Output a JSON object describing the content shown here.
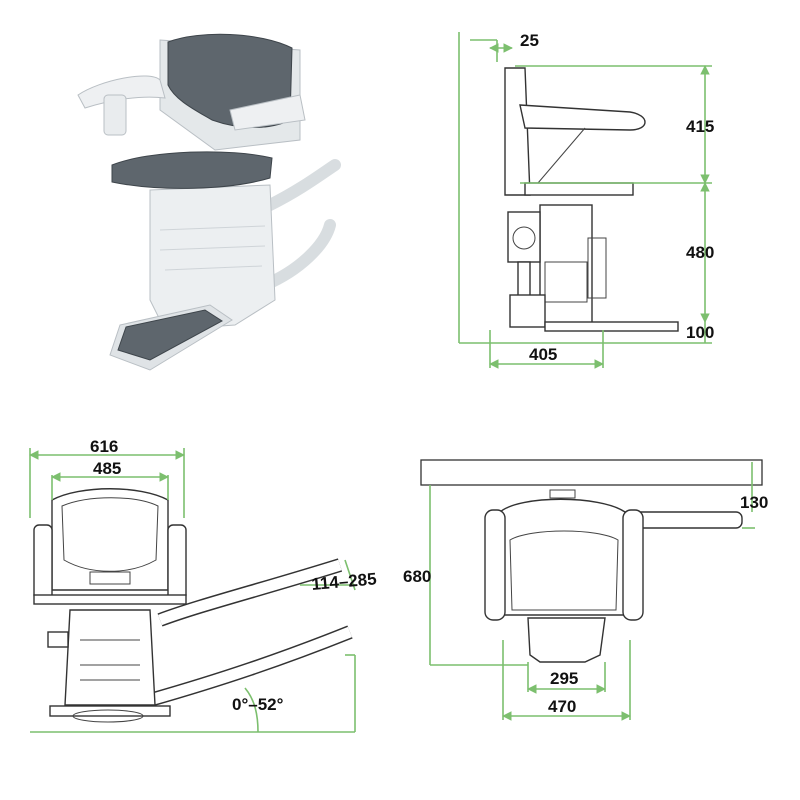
{
  "dimensions": {
    "top_offset": "25",
    "backrest_height": "415",
    "seat_height": "480",
    "footrest_height": "100",
    "side_depth": "405",
    "overall_width": "616",
    "seat_width": "485",
    "rail_range": "114–285",
    "rail_angle": "0°–52°",
    "folded_depth": "680",
    "rail_offset": "130",
    "footrest_width": "295",
    "folded_width": "470"
  },
  "colors": {
    "dimension_lines": "#7cbf6e",
    "seat_upholstery": "#5e666d",
    "chair_body": "#eceff1"
  }
}
